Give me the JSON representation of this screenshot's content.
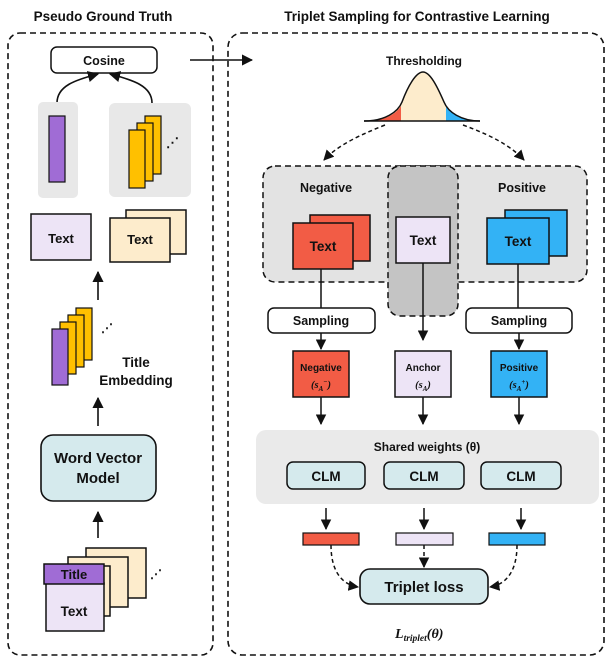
{
  "left_panel": {
    "title": "Pseudo Ground Truth",
    "cosine_label": "Cosine",
    "text_label_single": "Text",
    "text_label_stack": "Text",
    "title_embedding_label": [
      "Title",
      "Embedding"
    ],
    "model_label": [
      "Word Vector",
      "Model"
    ],
    "input_title_label": "Title",
    "input_text_label": "Text"
  },
  "right_panel": {
    "title": "Triplet Sampling for Contrastive Learning",
    "thresholding_label": "Thresholding",
    "negative_label": "Negative",
    "positive_label": "Positive",
    "text_negative": "Text",
    "text_anchor": "Text",
    "text_positive": "Text",
    "sampling_label": "Sampling",
    "negative_sample": "Negative",
    "anchor_sample": "Anchor",
    "positive_sample": "Positive",
    "shared_weights_label": "Shared weights (θ)",
    "clm_label": "CLM",
    "triplet_loss_label": "Triplet loss",
    "loss_symbol": "L"
  },
  "colors": {
    "purple": "#a06cd5",
    "yellow": "#ffc000",
    "cream": "#fdeccc",
    "lavender": "#ede4f6",
    "red": "#f25c45",
    "blue": "#33b2f5",
    "teal": "#d5eaed",
    "gray": "#e3e3e3",
    "dark_gray": "#c4c4c4"
  }
}
